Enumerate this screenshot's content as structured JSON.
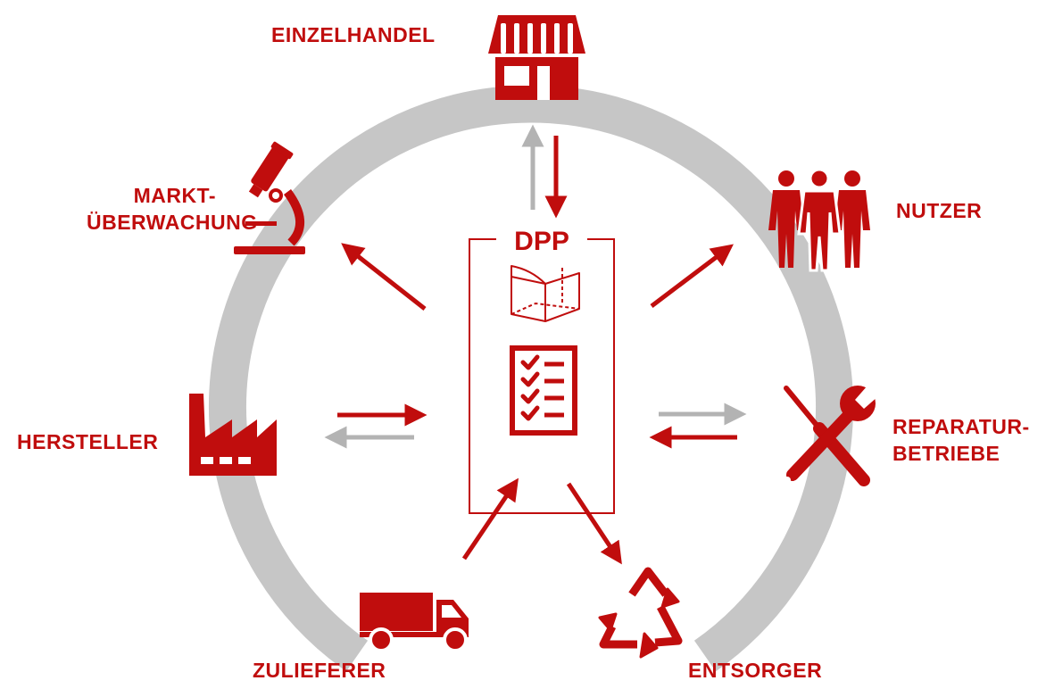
{
  "colors": {
    "accent": "#c00d0d",
    "ring": "#c6c6c6",
    "arrow_gray": "#b3b3b3",
    "background": "#ffffff"
  },
  "center": {
    "title": "DPP",
    "icons": [
      "book-3d-icon",
      "checklist-icon"
    ]
  },
  "stakeholders": {
    "einzelhandel": {
      "label": "EINZELHANDEL",
      "icon": "store-icon"
    },
    "nutzer": {
      "label": "NUTZER",
      "icon": "people-icon"
    },
    "reparaturbetriebe": {
      "line1": "REPARATUR-",
      "line2": "BETRIEBE",
      "icon": "wrench-screwdriver-icon"
    },
    "entsorger": {
      "label": "ENTSORGER",
      "icon": "recycle-icon"
    },
    "zulieferer": {
      "label": "ZULIEFERER",
      "icon": "truck-icon"
    },
    "hersteller": {
      "label": "HERSTELLER",
      "icon": "factory-icon"
    },
    "marktueberwachung": {
      "line1": "MARKT-",
      "line2": "ÜBERWACHUNG",
      "icon": "microscope-icon"
    }
  }
}
